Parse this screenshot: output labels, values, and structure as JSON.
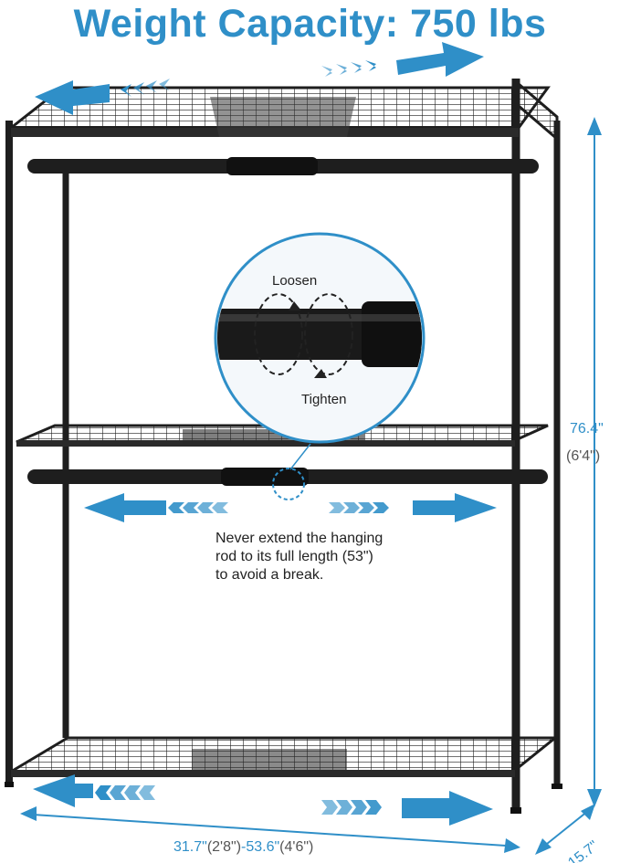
{
  "title": "Weight Capacity: 750 lbs",
  "detail": {
    "loosen": "Loosen",
    "tighten": "Tighten"
  },
  "note": {
    "line1": "Never extend the hanging",
    "line2": "rod to its full length (53\")",
    "line3": "to avoid a break."
  },
  "dims": {
    "height": "76.4\"",
    "height_ft": "(6'4\")",
    "width_min": "31.7\"",
    "width_min_ft": "(2'8\")",
    "width_sep": "-",
    "width_max": "53.6\"",
    "width_max_ft": "(4'6\")",
    "depth": "15.7\""
  },
  "colors": {
    "accent": "#2f8fc8",
    "frame": "#1e1e1e",
    "text": "#222222"
  }
}
